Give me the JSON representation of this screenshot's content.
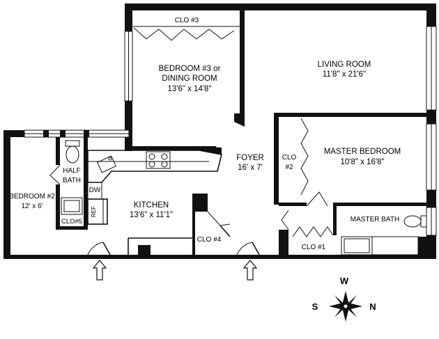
{
  "rooms": {
    "clo3": "CLO #3",
    "bedroom3": {
      "line1": "BEDROOM #3 or",
      "line2": "DINING ROOM",
      "dims": "13'6\" x 14'8\""
    },
    "living": {
      "name": "LIVING ROOM",
      "dims": "11'8\" x 21'6\""
    },
    "foyer": {
      "name": "FOYER",
      "dims": "16' x 7'"
    },
    "master_bedroom": {
      "name": "MASTER BEDROOM",
      "dims": "10'8\" x 16'8\""
    },
    "clo2": {
      "line1": "CLO",
      "line2": "#2"
    },
    "master_bath": "MASTER BATH",
    "clo1": "CLO #1",
    "kitchen": {
      "name": "KITCHEN",
      "dims": "13'6\" x 11'1\""
    },
    "clo4": "CLO #4",
    "dw": "DW",
    "ref": "REF",
    "half_bath": {
      "line1": "HALF",
      "line2": "BATH"
    },
    "bedroom2": {
      "name": "BEDROOM #2",
      "dims": "12' x 6'"
    },
    "clo5": "CLO#5"
  },
  "compass": {
    "w": "W",
    "s": "S",
    "n": "N"
  }
}
